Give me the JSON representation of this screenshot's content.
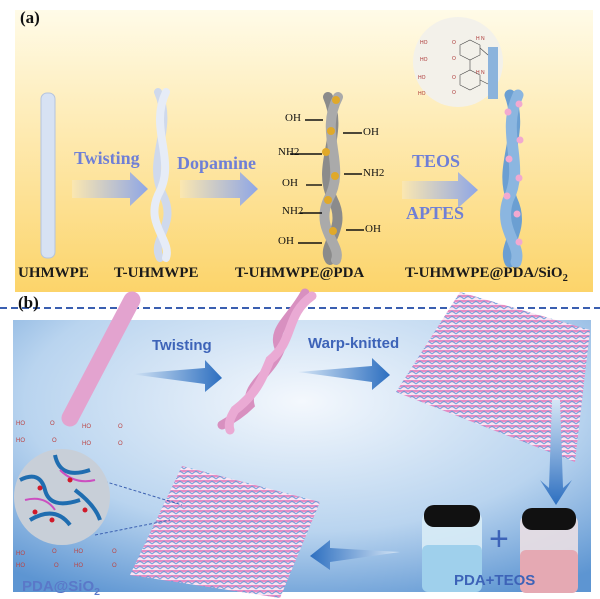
{
  "panel_a": {
    "label": "(a)",
    "stages": [
      "UHMWPE",
      "T-UHMWPE",
      "T-UHMWPE@PDA",
      "T-UHMWPE@PDA/SiO",
      "2"
    ],
    "steps": {
      "twisting": "Twisting",
      "dopamine": "Dopamine",
      "teos": "TEOS",
      "aptes": "APTES"
    },
    "groups_left": [
      "OH",
      "NH2",
      "OH",
      "NH2",
      "OH"
    ],
    "groups_right": [
      "OH",
      "NH2",
      "OH"
    ],
    "inset_labels": [
      "HO",
      "HO",
      "HO",
      "HO",
      "O",
      "O",
      "O",
      "O",
      "H N",
      "H N"
    ]
  },
  "panel_b": {
    "label": "(b)",
    "steps": {
      "twisting": "Twisting",
      "warp": "Warp-knitted"
    },
    "solution_label": "PDA+TEOS",
    "particle_label": "PDA@SiO",
    "particle_sub": "2",
    "plus": "+",
    "silanol_labels": [
      "HO",
      "HO",
      "O",
      "O",
      "HO",
      "HO",
      "O",
      "O",
      "HO",
      "HO",
      "O",
      "O",
      "HO",
      "HO",
      "O",
      "O"
    ]
  },
  "colors": {
    "panel_a_bg": "#fde9a8",
    "panel_b_bg": "#9cc3e8",
    "divider": "#3a5fb0",
    "pink": "#e3a3cf",
    "blue_fiber": "#8bb6e0"
  }
}
